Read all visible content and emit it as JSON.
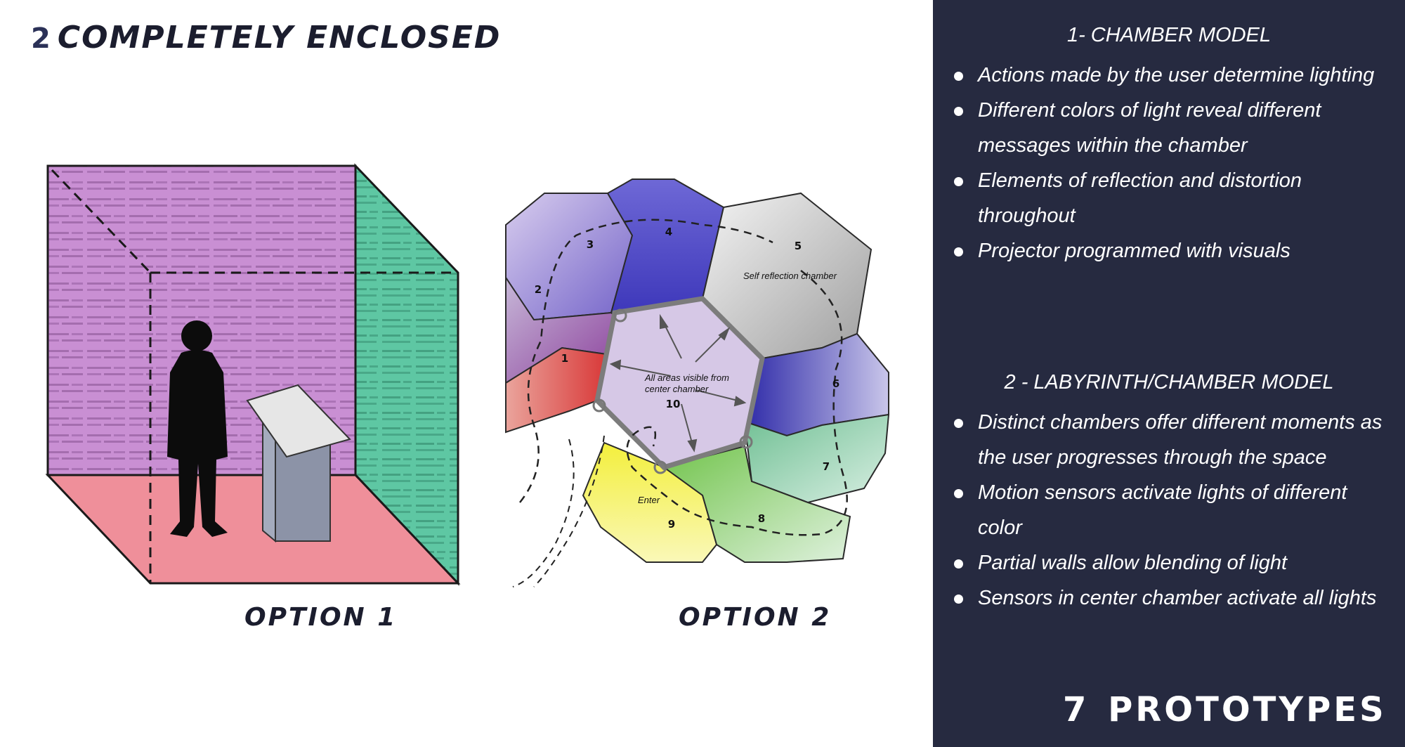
{
  "slide": {
    "section_number": "2",
    "section_title": "COMPLETELY ENCLOSED"
  },
  "options": [
    {
      "label": "OPTION 1"
    },
    {
      "label": "OPTION 2"
    }
  ],
  "diagram": {
    "chambers": [
      "1",
      "2",
      "3",
      "4",
      "5",
      "6",
      "7",
      "8",
      "9",
      "10"
    ],
    "label_self_reflection": "Self reflection chamber",
    "label_center_line1": "All areas visible from",
    "label_center_line2": "center chamber",
    "label_enter": "Enter"
  },
  "sidebar": {
    "section1": {
      "title": "1- CHAMBER MODEL",
      "bullets": [
        "Actions made by the user determine lighting",
        "Different colors of light reveal different messages within the chamber",
        "Elements of reflection and distortion throughout",
        "Projector programmed with visuals"
      ]
    },
    "section2": {
      "title": "2 - LABYRINTH/CHAMBER MODEL",
      "bullets": [
        "Distinct chambers offer different moments as the user progresses through the space",
        "Motion sensors activate lights of different color",
        "Partial walls allow blending of light",
        "Sensors in center chamber activate all lights"
      ]
    },
    "footer_number": "7",
    "footer_title": "PROTOTYPES"
  },
  "colors": {
    "sidebar_bg": "#262a40",
    "heading_text": "#1b1d2e",
    "wall_magenta": "#c98fd3",
    "wall_teal": "#5ec7a3",
    "floor_pink": "#ef8f9a"
  }
}
